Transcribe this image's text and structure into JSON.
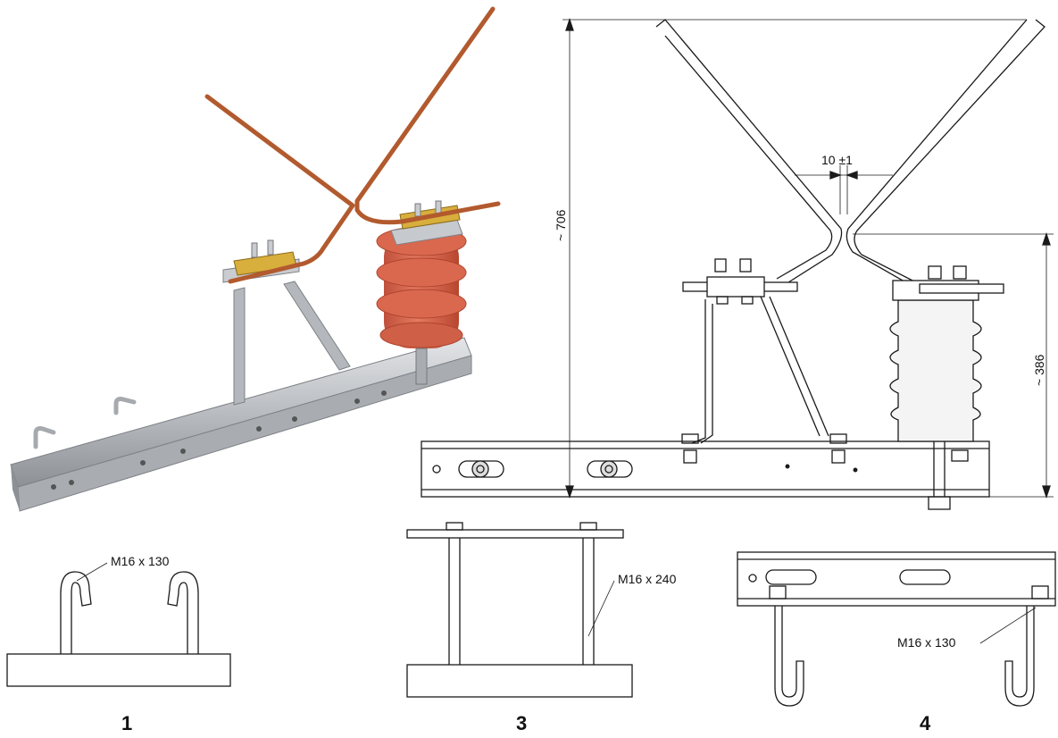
{
  "dimensions": {
    "total_height": "~ 706",
    "insulator_height": "~ 386",
    "gap": "10 ±1"
  },
  "callouts": {
    "bolt_fig1": "M16 x 130",
    "bolt_fig3": "M16 x 240",
    "bolt_fig4": "M16 x 130"
  },
  "figure_numbers": {
    "fig1": "1",
    "fig3": "3",
    "fig4": "4"
  },
  "colors": {
    "copper": "#b25a2e",
    "insulator": "#d9684f",
    "steel": "#b9bcc0",
    "brass": "#d8ae3c",
    "line": "#1a1a1a"
  }
}
